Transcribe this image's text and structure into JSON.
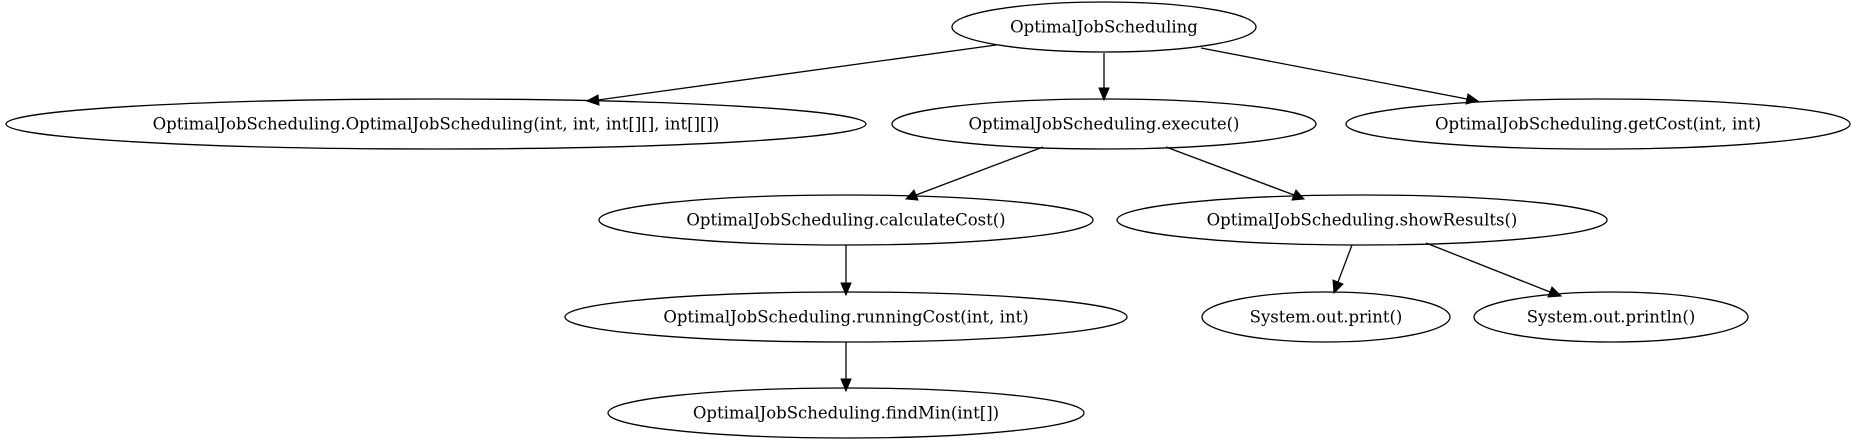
{
  "graph": {
    "nodes": [
      {
        "id": "root",
        "label": "OptimalJobScheduling"
      },
      {
        "id": "ctor",
        "label": "OptimalJobScheduling.OptimalJobScheduling(int, int, int[][], int[][])"
      },
      {
        "id": "execute",
        "label": "OptimalJobScheduling.execute()"
      },
      {
        "id": "getCost",
        "label": "OptimalJobScheduling.getCost(int, int)"
      },
      {
        "id": "calculateCost",
        "label": "OptimalJobScheduling.calculateCost()"
      },
      {
        "id": "showResults",
        "label": "OptimalJobScheduling.showResults()"
      },
      {
        "id": "runningCost",
        "label": "OptimalJobScheduling.runningCost(int, int)"
      },
      {
        "id": "print",
        "label": "System.out.print()"
      },
      {
        "id": "println",
        "label": "System.out.println()"
      },
      {
        "id": "findMin",
        "label": "OptimalJobScheduling.findMin(int[])"
      }
    ],
    "edges": [
      {
        "from": "root",
        "to": "ctor"
      },
      {
        "from": "root",
        "to": "execute"
      },
      {
        "from": "root",
        "to": "getCost"
      },
      {
        "from": "execute",
        "to": "calculateCost"
      },
      {
        "from": "execute",
        "to": "showResults"
      },
      {
        "from": "calculateCost",
        "to": "runningCost"
      },
      {
        "from": "showResults",
        "to": "print"
      },
      {
        "from": "showResults",
        "to": "println"
      },
      {
        "from": "runningCost",
        "to": "findMin"
      }
    ]
  }
}
